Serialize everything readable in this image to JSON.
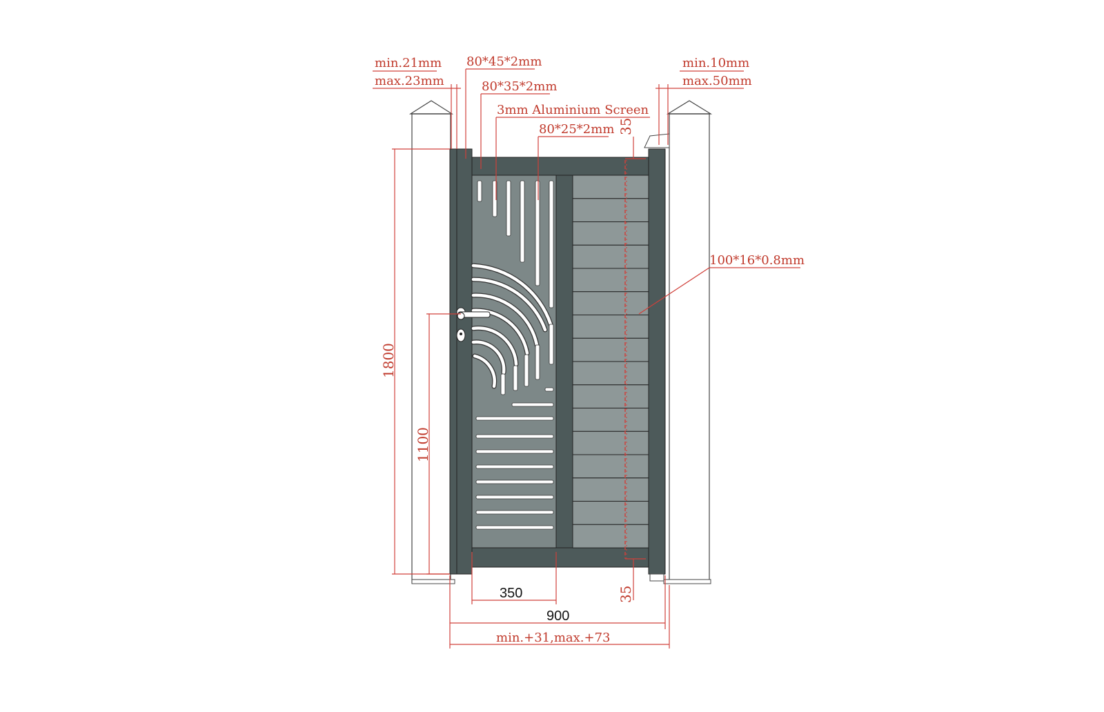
{
  "labels": {
    "post_left_gap_min": "min.21mm",
    "post_left_gap_max": "max.23mm",
    "frame_45": "80*45*2mm",
    "frame_35": "80*35*2mm",
    "screen": "3mm Aluminium Screen",
    "frame_25": "80*25*2mm",
    "post_right_gap_min": "min.10mm",
    "post_right_gap_max": "max.50mm",
    "top_gap": "35",
    "bottom_gap": "35",
    "slat": "100*16*0.8mm"
  },
  "dimensions": {
    "height": "1800",
    "handle_height": "1100",
    "screen_width": "350",
    "gate_width": "900",
    "opening": "min.+31,max.+73"
  },
  "colors": {
    "frame": "#4d5a5a",
    "panel": "#7d8888",
    "slat": "#8e9898",
    "post": "#ffffff",
    "dimension_red": "#d0403a"
  }
}
